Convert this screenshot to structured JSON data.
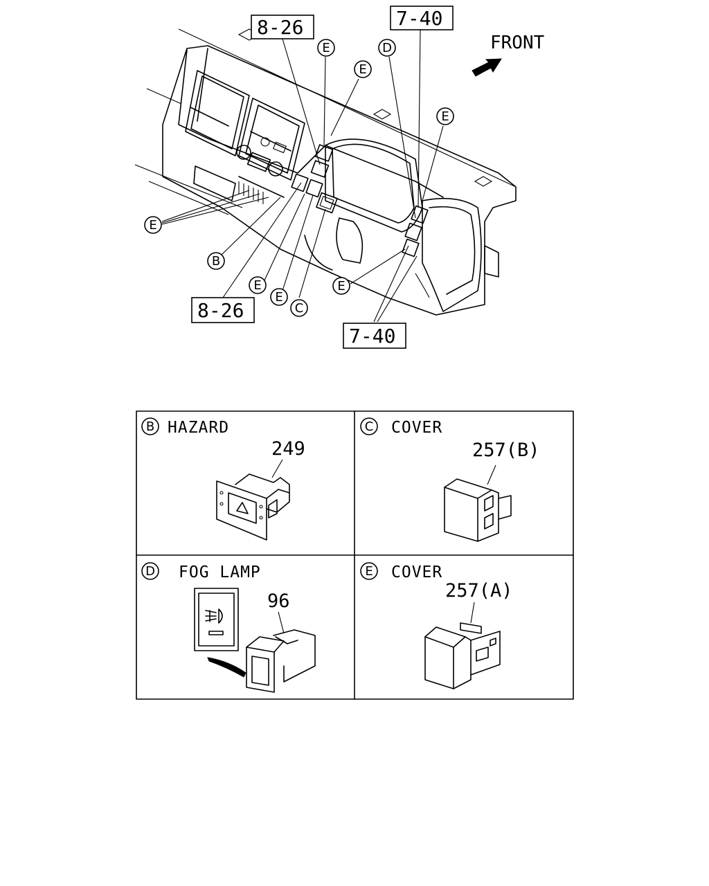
{
  "top_view": {
    "front_label": "FRONT",
    "ref_boxes": [
      "8-26",
      "7-40",
      "8-26",
      "7-40"
    ],
    "callouts": [
      "E",
      "E",
      "D",
      "E",
      "E",
      "B",
      "E",
      "E",
      "C",
      "E"
    ]
  },
  "panels": [
    {
      "letter": "B",
      "title": "HAZARD",
      "part_no": "249"
    },
    {
      "letter": "C",
      "title": "COVER",
      "part_no": "257(B)"
    },
    {
      "letter": "D",
      "title": "FOG LAMP",
      "part_no": "96"
    },
    {
      "letter": "E",
      "title": "COVER",
      "part_no": "257(A)"
    }
  ]
}
